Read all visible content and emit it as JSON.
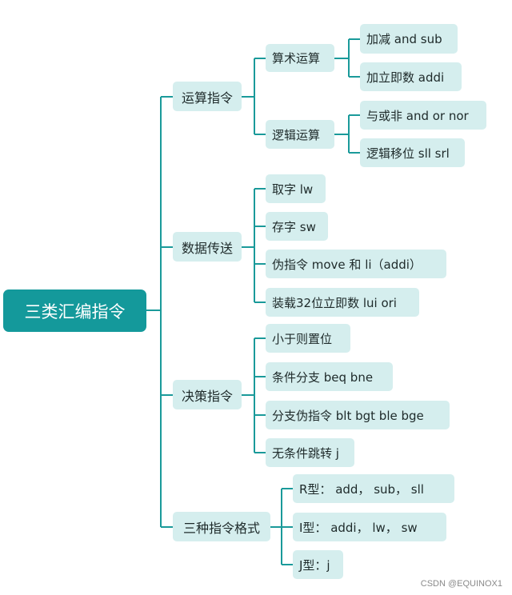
{
  "root": "三类汇编指令",
  "branches": [
    {
      "label": "运算指令",
      "children": [
        {
          "label": "算术运算",
          "children": [
            "加减 and sub",
            "加立即数 addi"
          ]
        },
        {
          "label": "逻辑运算",
          "children": [
            "与或非 and or nor",
            "逻辑移位 sll srl"
          ]
        }
      ]
    },
    {
      "label": "数据传送",
      "children": [
        "取字 lw",
        "存字 sw",
        "伪指令 move 和 li（addi）",
        "装载32位立即数 lui ori"
      ]
    },
    {
      "label": "决策指令",
      "children": [
        "小于则置位",
        "条件分支 beq bne",
        "分支伪指令 blt bgt ble bge",
        "无条件跳转 j"
      ]
    },
    {
      "label": "三种指令格式",
      "children": [
        "R型： add， sub， sll",
        "I型： addi， lw， sw",
        "J型：j"
      ]
    }
  ],
  "watermark": "CSDN @EQUINOX1",
  "colors": {
    "line": "#1a9a9a",
    "root_fill": "#14999b",
    "node_fill": "#d5eeee"
  }
}
